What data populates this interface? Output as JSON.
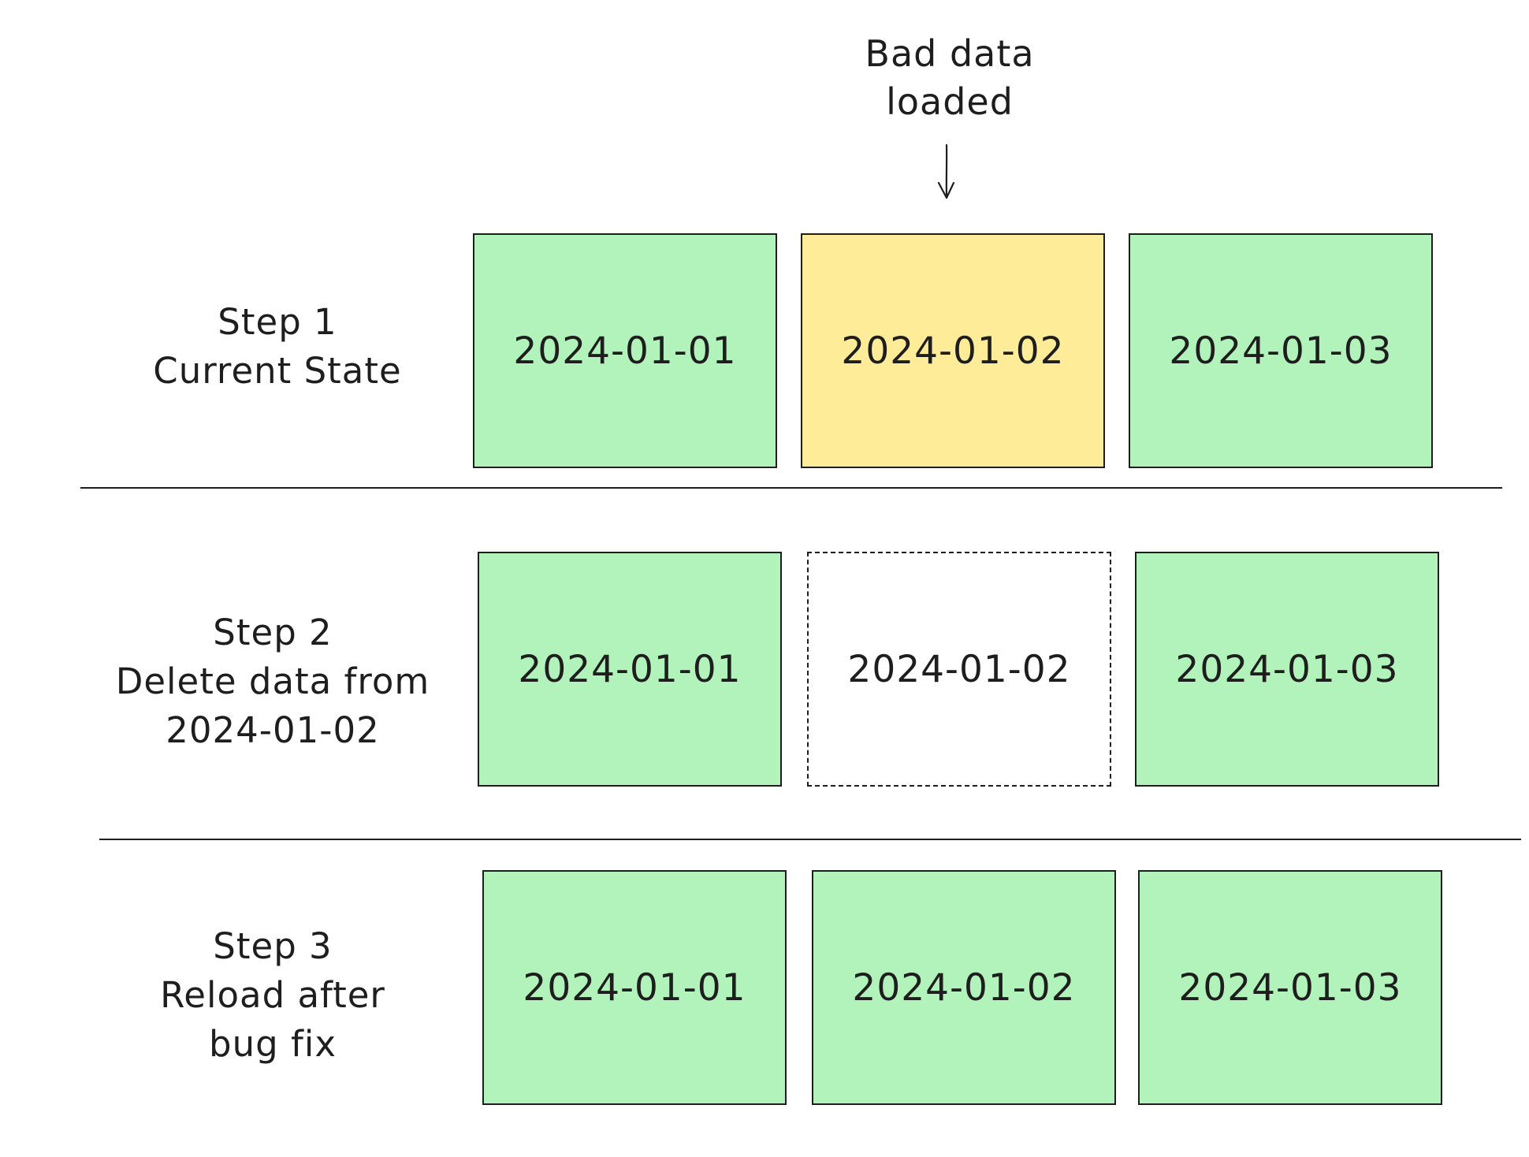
{
  "annotation": {
    "line1": "Bad data",
    "line2": "loaded"
  },
  "steps": [
    {
      "label_lines": [
        "Step 1",
        "Current State"
      ],
      "boxes": [
        {
          "date": "2024-01-01",
          "state": "green"
        },
        {
          "date": "2024-01-02",
          "state": "yellow"
        },
        {
          "date": "2024-01-03",
          "state": "green"
        }
      ]
    },
    {
      "label_lines": [
        "Step 2",
        "Delete data from",
        "2024-01-02"
      ],
      "boxes": [
        {
          "date": "2024-01-01",
          "state": "green"
        },
        {
          "date": "2024-01-02",
          "state": "empty"
        },
        {
          "date": "2024-01-03",
          "state": "green"
        }
      ]
    },
    {
      "label_lines": [
        "Step 3",
        "Reload after",
        "bug fix"
      ],
      "boxes": [
        {
          "date": "2024-01-01",
          "state": "green"
        },
        {
          "date": "2024-01-02",
          "state": "green"
        },
        {
          "date": "2024-01-03",
          "state": "green"
        }
      ]
    }
  ],
  "colors": {
    "valid": "#b2f2bb",
    "bad": "#ffec99",
    "deleted": "#ffffff",
    "stroke": "#1e1e1e"
  }
}
